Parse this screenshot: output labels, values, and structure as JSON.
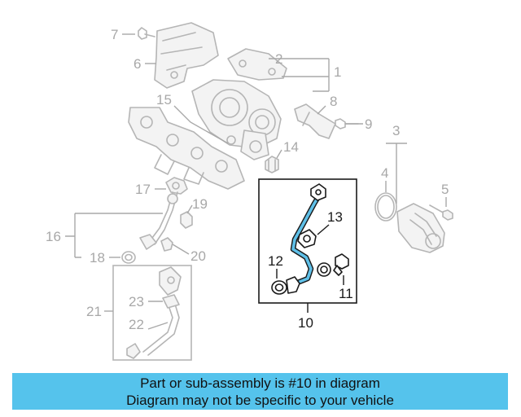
{
  "diagram": {
    "callouts": [
      "1",
      "2",
      "3",
      "4",
      "5",
      "6",
      "7",
      "8",
      "9",
      "10",
      "11",
      "12",
      "13",
      "14",
      "15",
      "16",
      "17",
      "18",
      "19",
      "20",
      "21",
      "22",
      "23"
    ],
    "highlighted_assembly": "10",
    "colors": {
      "highlight": "#55c3ec",
      "inactive": "#b5b5b5",
      "active_outline": "#1a1a1a"
    }
  },
  "banner": {
    "line1": "Part or sub-assembly is #10 in diagram",
    "line2": "Diagram may not be specific to your vehicle"
  }
}
